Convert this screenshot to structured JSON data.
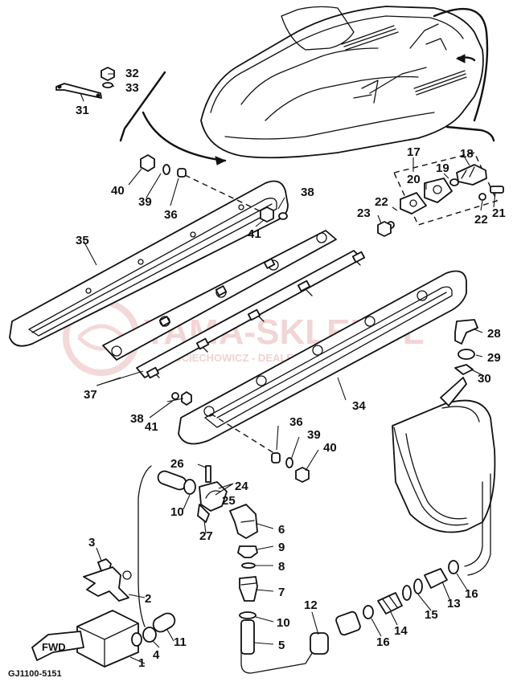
{
  "diagram": {
    "code": "GJ1100-5151",
    "fwd_label": "FWD",
    "watermark": {
      "title": "YAMA-SKLEP.PL",
      "subtitle": "WOJCIECHOWICZ - DEALER YAMAHA"
    },
    "callouts": [
      "1",
      "2",
      "3",
      "4",
      "5",
      "6",
      "7",
      "8",
      "9",
      "10",
      "10",
      "11",
      "12",
      "13",
      "14",
      "15",
      "16",
      "16",
      "17",
      "18",
      "19",
      "20",
      "21",
      "22",
      "22",
      "23",
      "24",
      "25",
      "26",
      "27",
      "28",
      "29",
      "30",
      "31",
      "32",
      "33",
      "34",
      "35",
      "36",
      "36",
      "37",
      "38",
      "38",
      "39",
      "39",
      "40",
      "40",
      "41",
      "41"
    ]
  }
}
